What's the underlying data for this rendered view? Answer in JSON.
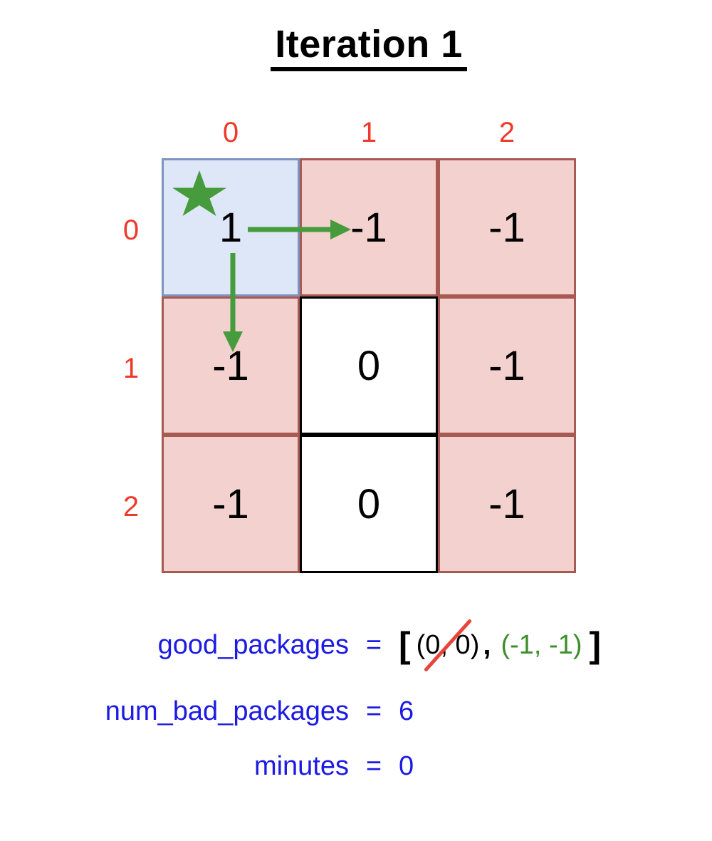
{
  "title": "Iteration 1",
  "grid": {
    "col_labels": [
      "0",
      "1",
      "2"
    ],
    "row_labels": [
      "0",
      "1",
      "2"
    ],
    "cells": [
      {
        "row": 0,
        "col": 0,
        "value": "1",
        "state": "visited",
        "has_star": true
      },
      {
        "row": 0,
        "col": 1,
        "value": "-1",
        "state": "bad"
      },
      {
        "row": 0,
        "col": 2,
        "value": "-1",
        "state": "bad"
      },
      {
        "row": 1,
        "col": 0,
        "value": "-1",
        "state": "bad"
      },
      {
        "row": 1,
        "col": 1,
        "value": "0",
        "state": "good"
      },
      {
        "row": 1,
        "col": 2,
        "value": "-1",
        "state": "bad"
      },
      {
        "row": 2,
        "col": 0,
        "value": "-1",
        "state": "bad"
      },
      {
        "row": 2,
        "col": 1,
        "value": "0",
        "state": "good"
      },
      {
        "row": 2,
        "col": 2,
        "value": "-1",
        "state": "bad"
      }
    ],
    "arrows": [
      {
        "direction": "right",
        "from_cell": "(0, 0)",
        "to_cell": "(0, 1)"
      },
      {
        "direction": "down",
        "from_cell": "(0, 0)",
        "to_cell": "(1, 0)"
      }
    ]
  },
  "variables": {
    "good_packages": {
      "label": "good_packages",
      "equals": "=",
      "bracket_open": "[",
      "items": [
        {
          "text": "(0, 0)",
          "crossed_out": true,
          "color": "#000000"
        },
        {
          "text": "(-1, -1)",
          "crossed_out": false,
          "color": "#3f8e2e"
        }
      ],
      "comma": ",",
      "bracket_close": "]"
    },
    "num_bad_packages": {
      "label": "num_bad_packages",
      "equals": "=",
      "value": "6"
    },
    "minutes": {
      "label": "minutes",
      "equals": "=",
      "value": "0"
    }
  },
  "colors": {
    "red_label": "#ee392b",
    "blue_text": "#1c1ae3",
    "green": "#469b3c",
    "green_text": "#3f8e2e",
    "visited_fill": "#dde7f7",
    "visited_border": "#7e93c0",
    "bad_fill": "#f3d1ce",
    "bad_border": "#a65a52",
    "good_fill": "#ffffff",
    "good_border": "#000000",
    "slash_red": "#e8453a"
  },
  "icons": {
    "star": "star-icon",
    "arrow_right": "arrow-right-icon",
    "arrow_down": "arrow-down-icon"
  }
}
